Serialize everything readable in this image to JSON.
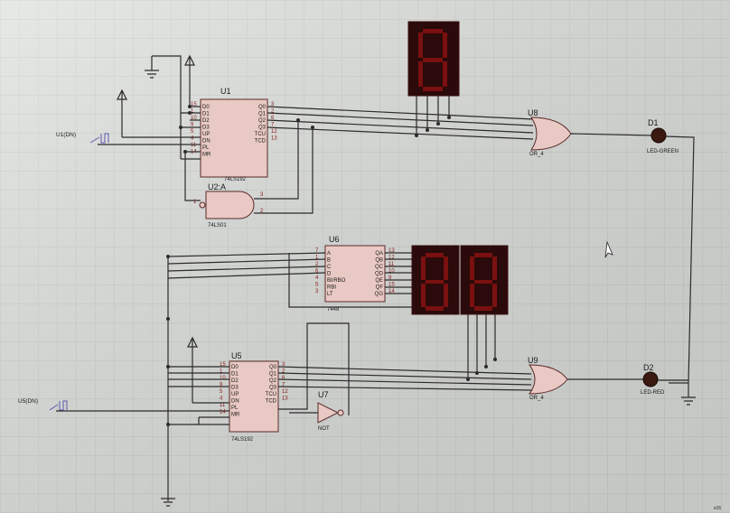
{
  "labels": {
    "u1": "U1",
    "u1_part": "74LS192",
    "u2a": "U2:A",
    "u2a_part": "74LS01",
    "u5": "U5",
    "u5_part": "74LS192",
    "u6": "U6",
    "u6_part": "7448",
    "u7": "U7",
    "u7_part": "NOT",
    "u8": "U8",
    "u8_part": "OR_4",
    "u9": "U9",
    "u9_part": "OR_4",
    "d1": "D1",
    "d1_part": "LED-GREEN",
    "d2": "D2",
    "d2_part": "LED-RED",
    "u1_clk": "U1(DN)",
    "u5_clk": "U5(DN)"
  },
  "u1_left_pins": [
    "D0",
    "D1",
    "D2",
    "D3",
    "UP",
    "DN",
    "PL",
    "MR"
  ],
  "u1_right_pins": [
    "Q0",
    "Q1",
    "Q2",
    "Q3",
    "TCU",
    "TCD"
  ],
  "u5_left_pins": [
    "D0",
    "D1",
    "D2",
    "D3",
    "UP",
    "DN",
    "PL",
    "MR"
  ],
  "u5_right_pins": [
    "Q0",
    "Q1",
    "Q2",
    "Q3",
    "TCU",
    "TCD"
  ],
  "u6_left_pins": [
    "A",
    "B",
    "C",
    "D",
    "BI/RBO",
    "RBI",
    "LT"
  ],
  "u6_right_pins": [
    "QA",
    "QB",
    "QC",
    "QD",
    "QE",
    "QF",
    "QG"
  ],
  "u1_left_nums": [
    "15",
    "1",
    "10",
    "9",
    "5",
    "4",
    "11",
    "14"
  ],
  "u1_right_nums": [
    "3",
    "2",
    "6",
    "7",
    "12",
    "13"
  ],
  "u5_left_nums": [
    "15",
    "1",
    "10",
    "9",
    "5",
    "4",
    "11",
    "14"
  ],
  "u5_right_nums": [
    "3",
    "2",
    "6",
    "7",
    "12",
    "13"
  ],
  "u6_left_nums": [
    "7",
    "1",
    "2",
    "6",
    "4",
    "5",
    "3"
  ],
  "u6_right_nums": [
    "13",
    "12",
    "11",
    "10",
    "9",
    "15",
    "14"
  ],
  "u2a_pin_nums": [
    "3",
    "2",
    "1"
  ],
  "corner_mark": "x16"
}
